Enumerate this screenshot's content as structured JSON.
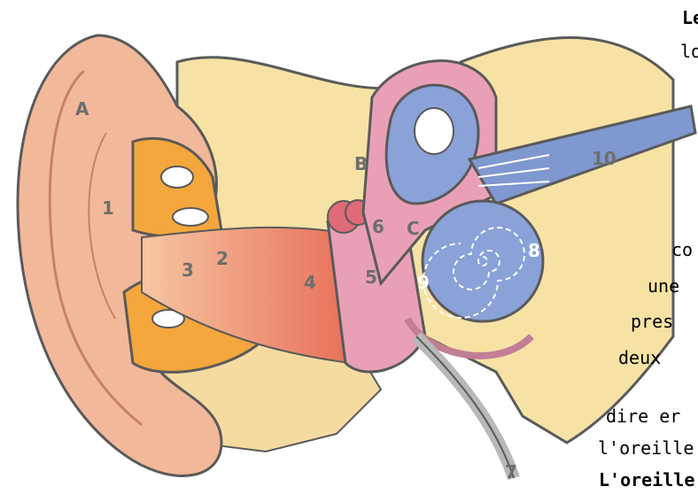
{
  "labels": {
    "A": "A",
    "B": "B",
    "C": "C",
    "n1": "1",
    "n2": "2",
    "n3": "3",
    "n4": "4",
    "n5": "5",
    "n6": "6",
    "n7": "7",
    "n8": "8",
    "n9": "9",
    "n10": "10"
  },
  "side_text": {
    "l1": "Le",
    "l2": "lo",
    "l3": "co",
    "l4": "une",
    "l5": "pres",
    "l6": "deux",
    "l7": "dire  er",
    "l8": "l'oreille i",
    "l9": "L'oreille"
  },
  "colors": {
    "outer_skin": "#f2b89a",
    "canal": "#ee8a6a",
    "bone": "#f5a63c",
    "tissue": "#f6e2a4",
    "middle": "#e9a0b6",
    "inner": "#8aa2d8",
    "nerve": "#7f98d0",
    "outline": "#5a5a5a"
  }
}
